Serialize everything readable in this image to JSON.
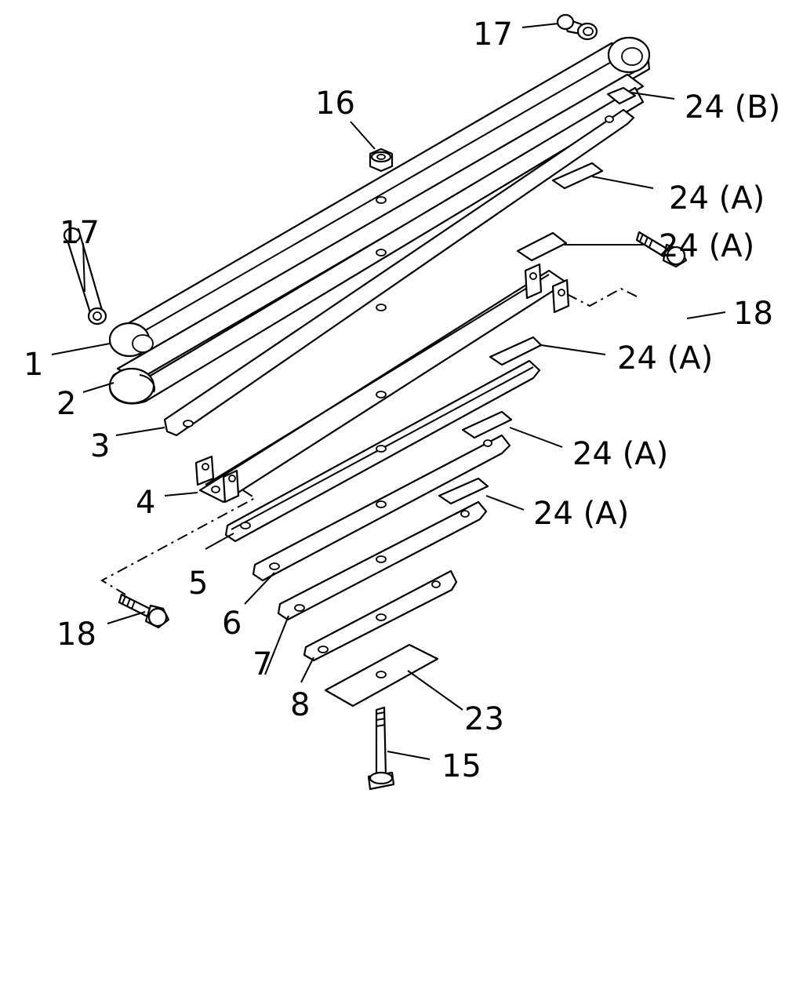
{
  "labels": {
    "l1": "1",
    "l2": "2",
    "l3": "3",
    "l4": "4",
    "l5": "5",
    "l6": "6",
    "l7": "7",
    "l8": "8",
    "l15": "15",
    "l16": "16",
    "l17_top": "17",
    "l17_left": "17",
    "l18_right": "18",
    "l18_left": "18",
    "l23": "23",
    "l24b": "24 (B)",
    "l24a_1": "24 (A)",
    "l24a_2": "24 (A)",
    "l24a_3": "24 (A)",
    "l24a_4": "24 (A)",
    "l24a_5": "24 (A)"
  }
}
